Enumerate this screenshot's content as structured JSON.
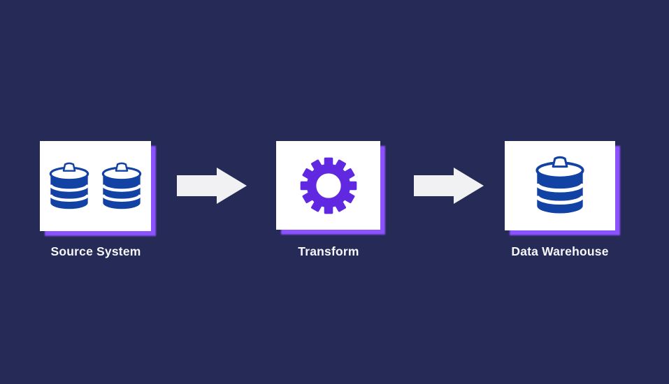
{
  "diagram": {
    "type": "pipeline-flow",
    "nodes": [
      {
        "id": "source",
        "label": "Source System",
        "icon": "database-pair-icon"
      },
      {
        "id": "transform",
        "label": "Transform",
        "icon": "gear-icon"
      },
      {
        "id": "warehouse",
        "label": "Data Warehouse",
        "icon": "database-icon"
      }
    ],
    "connectors": [
      {
        "from": "source",
        "to": "transform",
        "style": "block-arrow-right"
      },
      {
        "from": "transform",
        "to": "warehouse",
        "style": "block-arrow-right"
      }
    ]
  },
  "colors": {
    "background": "#252a56",
    "card-bg": "#ffffff",
    "shadow-purple": "#8c52ff",
    "gear-purple": "#6128e2",
    "db-blue": "#1243a4",
    "arrow": "#f1f1f4",
    "label-color": "#f6f6fb"
  }
}
